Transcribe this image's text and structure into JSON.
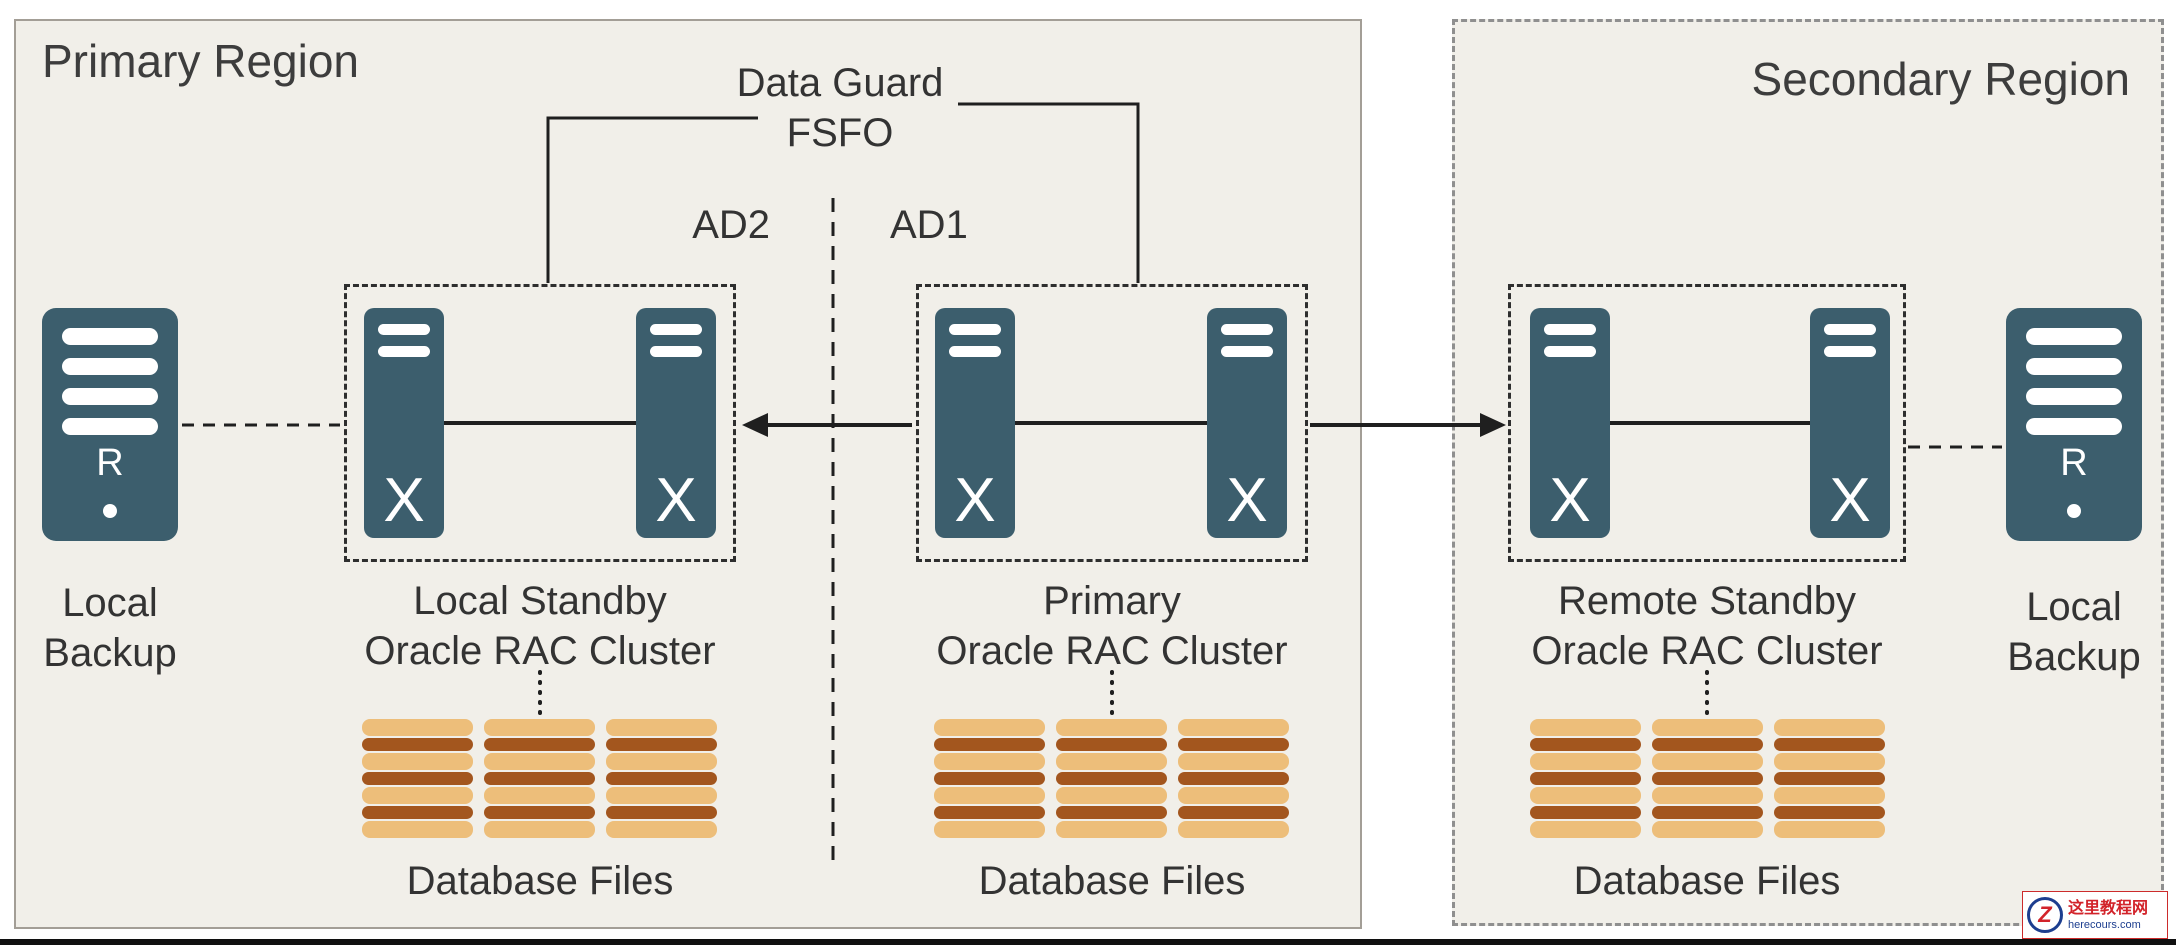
{
  "colors": {
    "page-bg": "#ffffff",
    "region-bg": "#f1efe9",
    "region-border": "#a39e96",
    "secondary-border": "#8f8f8f",
    "server": "#3c5e6d",
    "disk-light": "#edbe7a",
    "disk-dark": "#a3561e",
    "line": "#1f1f1f",
    "text": "#333333",
    "watermark-red": "#d2232a",
    "watermark-blue": "#1d3e8f"
  },
  "regions": {
    "primary": {
      "title": "Primary Region"
    },
    "secondary": {
      "title": "Secondary Region"
    }
  },
  "annotations": {
    "data_guard_line1": "Data Guard",
    "data_guard_line2": "FSFO",
    "ad_left": "AD2",
    "ad_right": "AD1"
  },
  "icons": {
    "rac_server_letter": "X",
    "backup_server_letter": "R"
  },
  "clusters": {
    "local_standby": {
      "name_line1": "Local Standby",
      "name_line2": "Oracle RAC Cluster",
      "files": "Database Files"
    },
    "primary": {
      "name_line1": "Primary",
      "name_line2": "Oracle RAC Cluster",
      "files": "Database Files"
    },
    "remote_standby": {
      "name_line1": "Remote Standby",
      "name_line2": "Oracle RAC Cluster",
      "files": "Database Files"
    }
  },
  "backups": {
    "left": {
      "label_line1": "Local",
      "label_line2": "Backup"
    },
    "right": {
      "label_line1": "Local",
      "label_line2": "Backup"
    }
  },
  "watermark": {
    "logo_letter": "Z",
    "site_name": "这里教程网",
    "site_url": "herecours.com"
  }
}
